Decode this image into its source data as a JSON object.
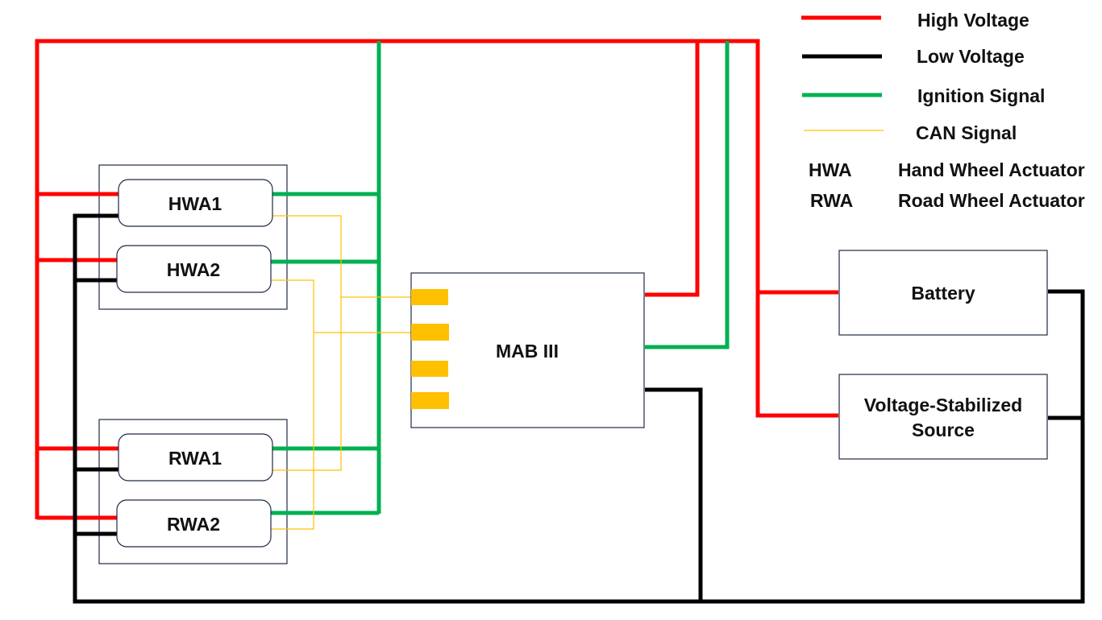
{
  "colors": {
    "high_voltage": "#ff0000",
    "low_voltage": "#000000",
    "ignition": "#00b050",
    "can": "#ffc000",
    "box_stroke": "#1f2a44"
  },
  "legend": {
    "items": [
      {
        "key": "high_voltage",
        "label": "High Voltage"
      },
      {
        "key": "low_voltage",
        "label": "Low Voltage"
      },
      {
        "key": "ignition",
        "label": "Ignition Signal"
      },
      {
        "key": "can",
        "label": "CAN Signal"
      }
    ],
    "abbreviations": [
      {
        "abbr": "HWA",
        "meaning": "Hand Wheel Actuator"
      },
      {
        "abbr": "RWA",
        "meaning": "Road Wheel Actuator"
      }
    ]
  },
  "components": {
    "hwa1": "HWA1",
    "hwa2": "HWA2",
    "rwa1": "RWA1",
    "rwa2": "RWA2",
    "mab": "MAB III",
    "battery": "Battery",
    "vss_line1": "Voltage-Stabilized",
    "vss_line2": "Source"
  }
}
